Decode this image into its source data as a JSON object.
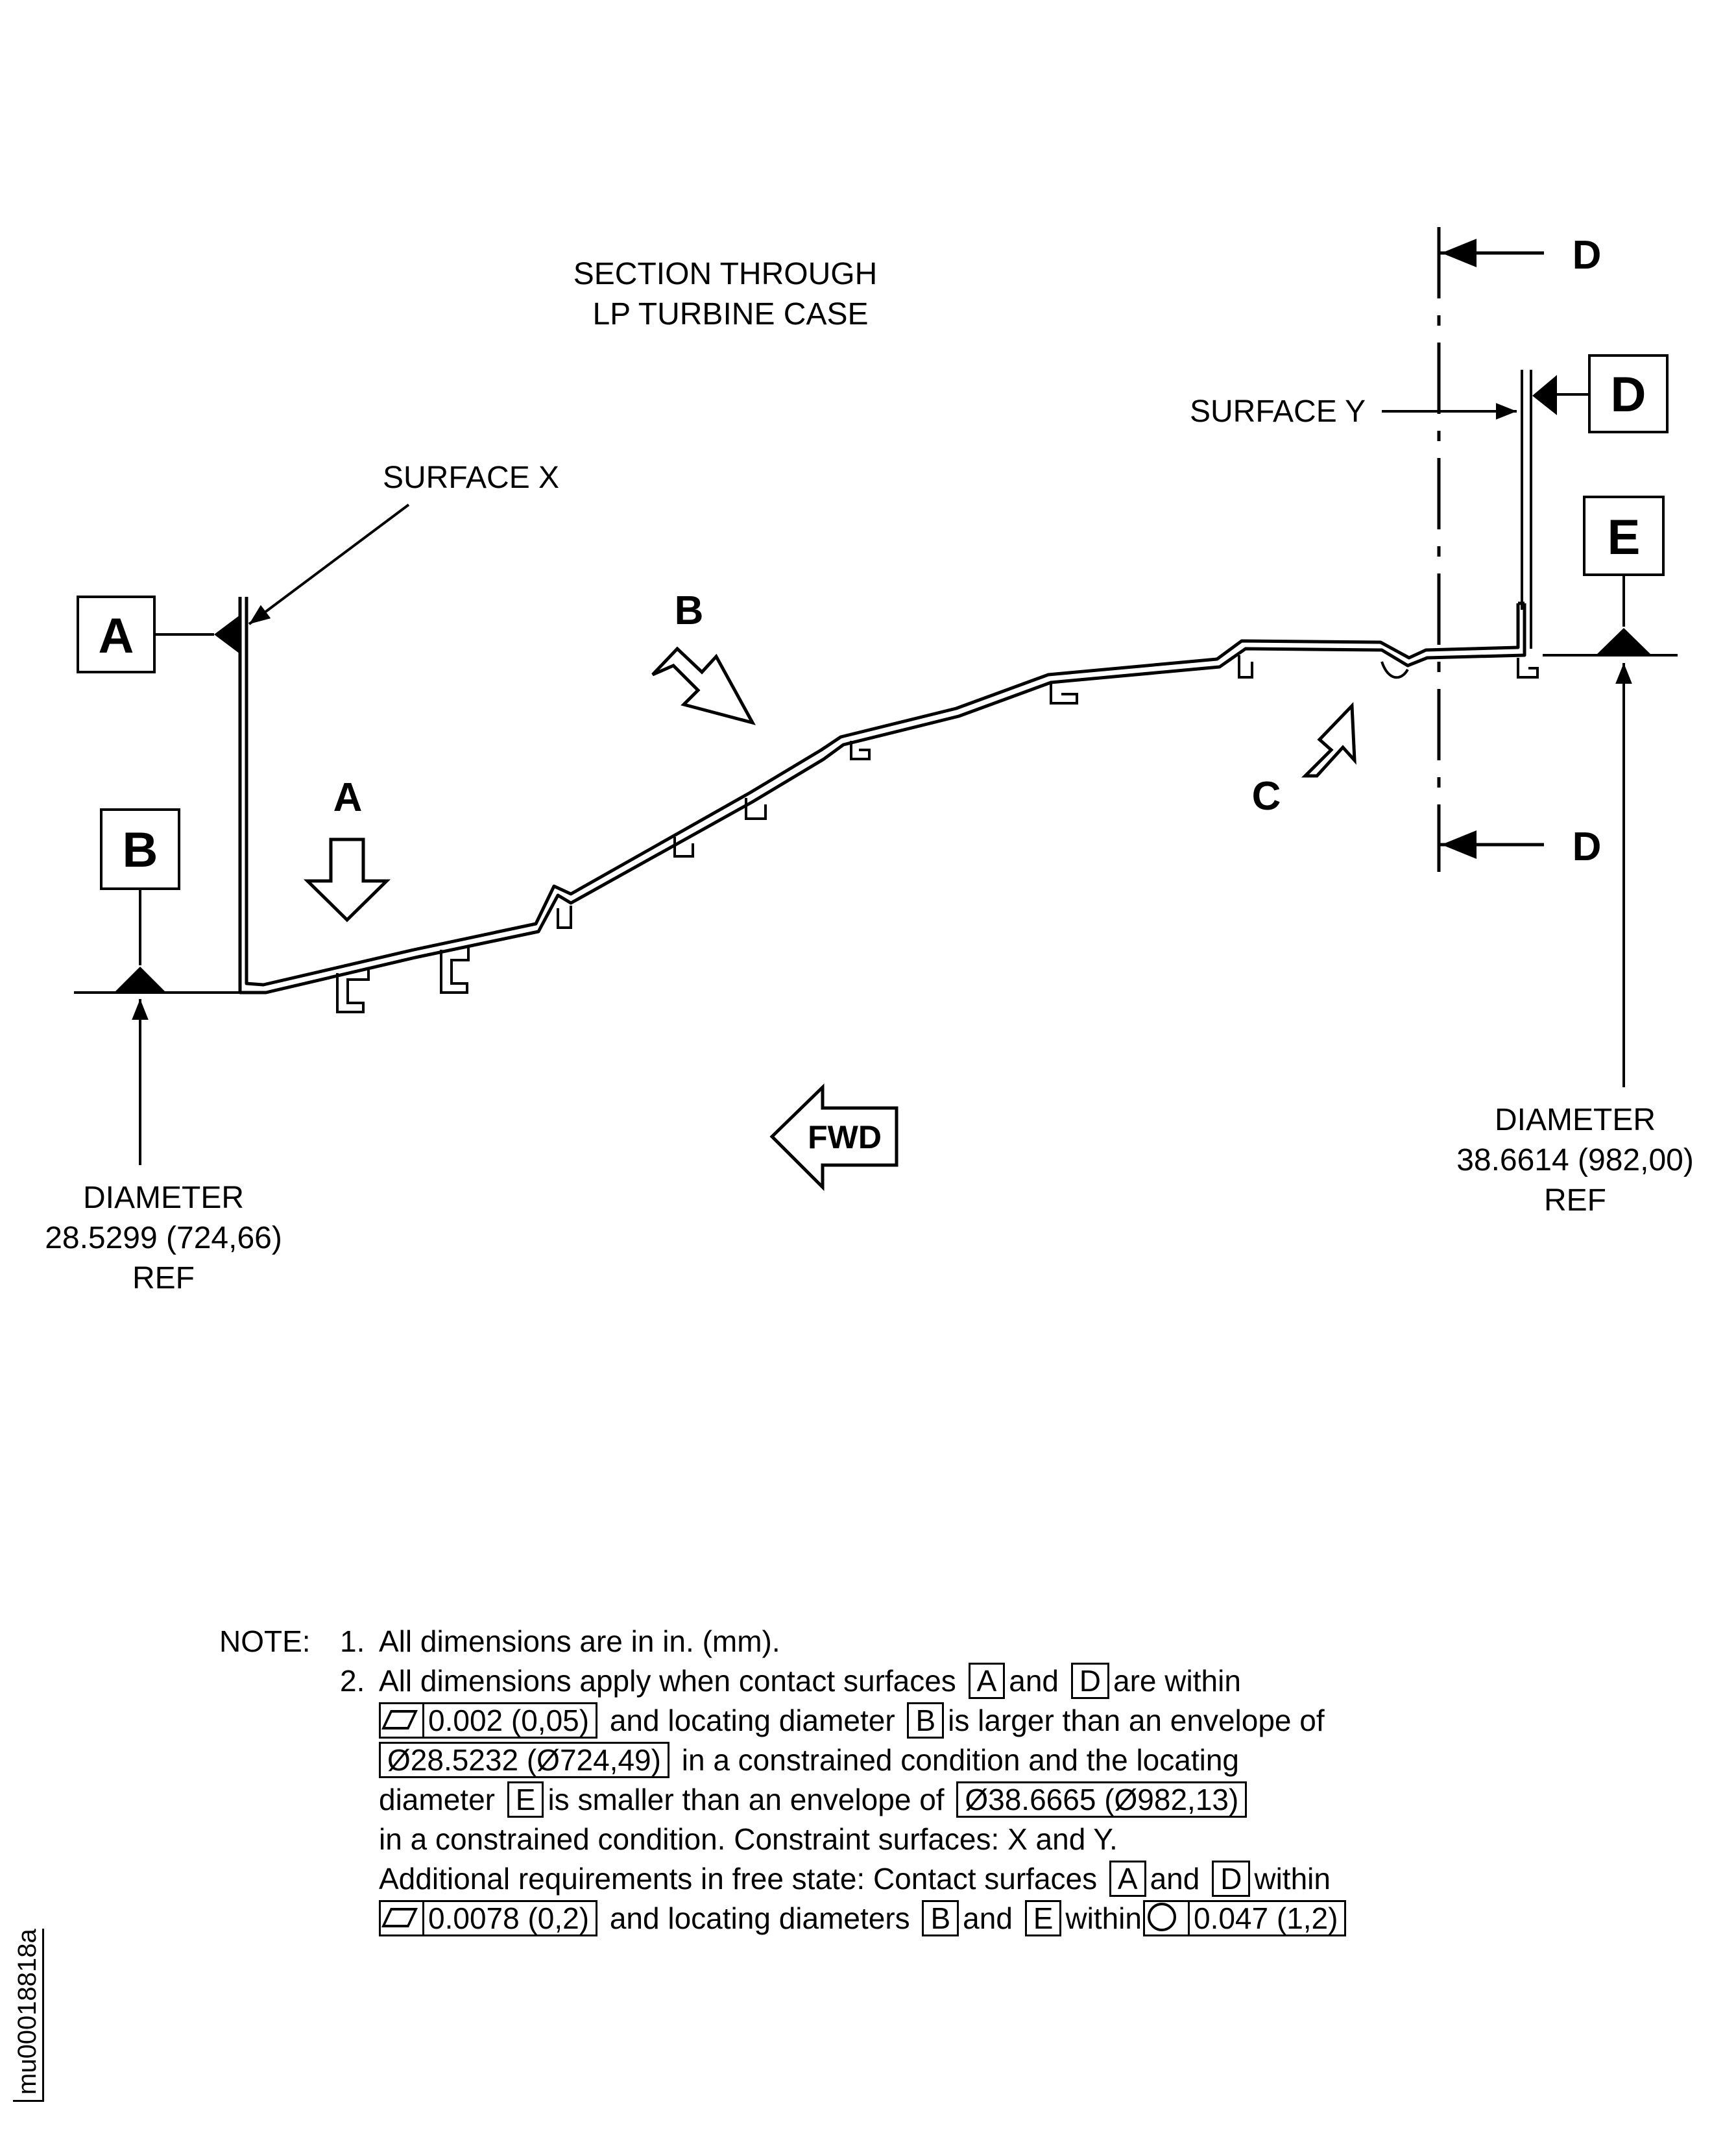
{
  "title": {
    "line1": "SECTION THROUGH",
    "line2": "LP TURBINE CASE"
  },
  "callouts": {
    "surface_x": "SURFACE X",
    "surface_y": "SURFACE Y"
  },
  "datums": {
    "a": "A",
    "b": "B",
    "d": "D",
    "e": "E"
  },
  "section_marks": {
    "top": "D",
    "bottom": "D"
  },
  "view_arrows": {
    "a": "A",
    "b": "B",
    "c": "C"
  },
  "fwd": "FWD",
  "diameter_left": {
    "line1": "DIAMETER",
    "line2": "28.5299 (724,66)",
    "line3": "REF"
  },
  "diameter_right": {
    "line1": "DIAMETER",
    "line2": "38.6614 (982,00)",
    "line3": "REF"
  },
  "notes": {
    "lead": "NOTE:",
    "n1_num": "1.",
    "n1": "All dimensions are in in. (mm).",
    "n2_num": "2.",
    "n2_l1a": "All dimensions apply when contact surfaces",
    "n2_box_a": "A",
    "n2_and1": "and",
    "n2_box_d": "D",
    "n2_l1b": "are within",
    "n2_tol1": "0.002 (0,05)",
    "n2_l2a": "and locating diameter",
    "n2_box_b": "B",
    "n2_l2b": "is larger than an envelope of",
    "n2_env1": "Ø28.5232 (Ø724,49)",
    "n2_l3": "in a constrained condition and the locating",
    "n2_l4a": "diameter",
    "n2_box_e": "E",
    "n2_l4b": "is smaller than an envelope of",
    "n2_env2": "Ø38.6665 (Ø982,13)",
    "n2_l5": "in a constrained condition. Constraint surfaces: X and Y.",
    "n2_l6a": "Additional requirements in free state: Contact surfaces",
    "n2_box_a2": "A",
    "n2_and2": "and",
    "n2_box_d2": "D",
    "n2_l6b": "within",
    "n2_tol2": "0.0078 (0,2)",
    "n2_l7a": "and locating diameters",
    "n2_box_b2": "B",
    "n2_and3": "and",
    "n2_box_e2": "E",
    "n2_l7b": "within",
    "n2_tol3": "0.047 (1,2)"
  },
  "figure_id": "mu00018818a"
}
